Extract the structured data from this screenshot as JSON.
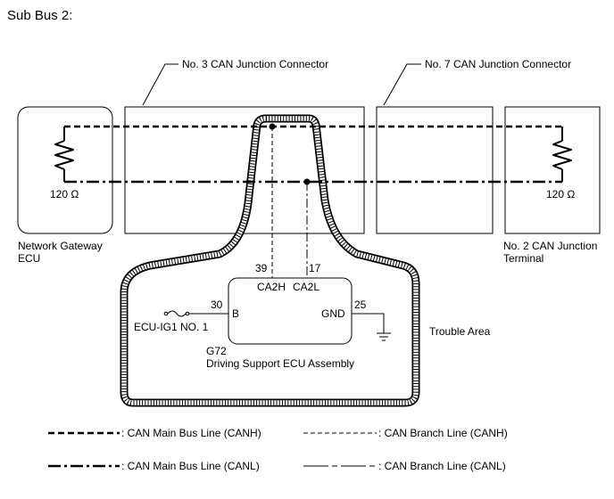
{
  "title": "Sub Bus 2:",
  "callouts": {
    "jc3": "No. 3 CAN Junction Connector",
    "jc7": "No. 7 CAN Junction Connector"
  },
  "gateway": {
    "resistor": "120 Ω",
    "name_line1": "Network Gateway",
    "name_line2": "ECU"
  },
  "terminal": {
    "resistor": "120 Ω",
    "name_line1": "No. 2 CAN Junction",
    "name_line2": "Terminal"
  },
  "ecu": {
    "pins": {
      "canh_num": "39",
      "canl_num": "17",
      "canh_name": "CA2H",
      "canl_name": "CA2L",
      "b_num": "30",
      "b_name": "B",
      "gnd_num": "25",
      "gnd_name": "GND"
    },
    "fuse_label": "ECU-IG1 NO. 1",
    "code": "G72",
    "name": "Driving Support ECU Assembly"
  },
  "trouble_area": "Trouble Area",
  "legend": {
    "main_canh": ": CAN Main Bus Line (CANH)",
    "branch_canh": ": CAN Branch Line (CANH)",
    "main_canl": ": CAN Main Bus Line (CANL)",
    "branch_canl": ": CAN Branch Line (CANL)"
  }
}
